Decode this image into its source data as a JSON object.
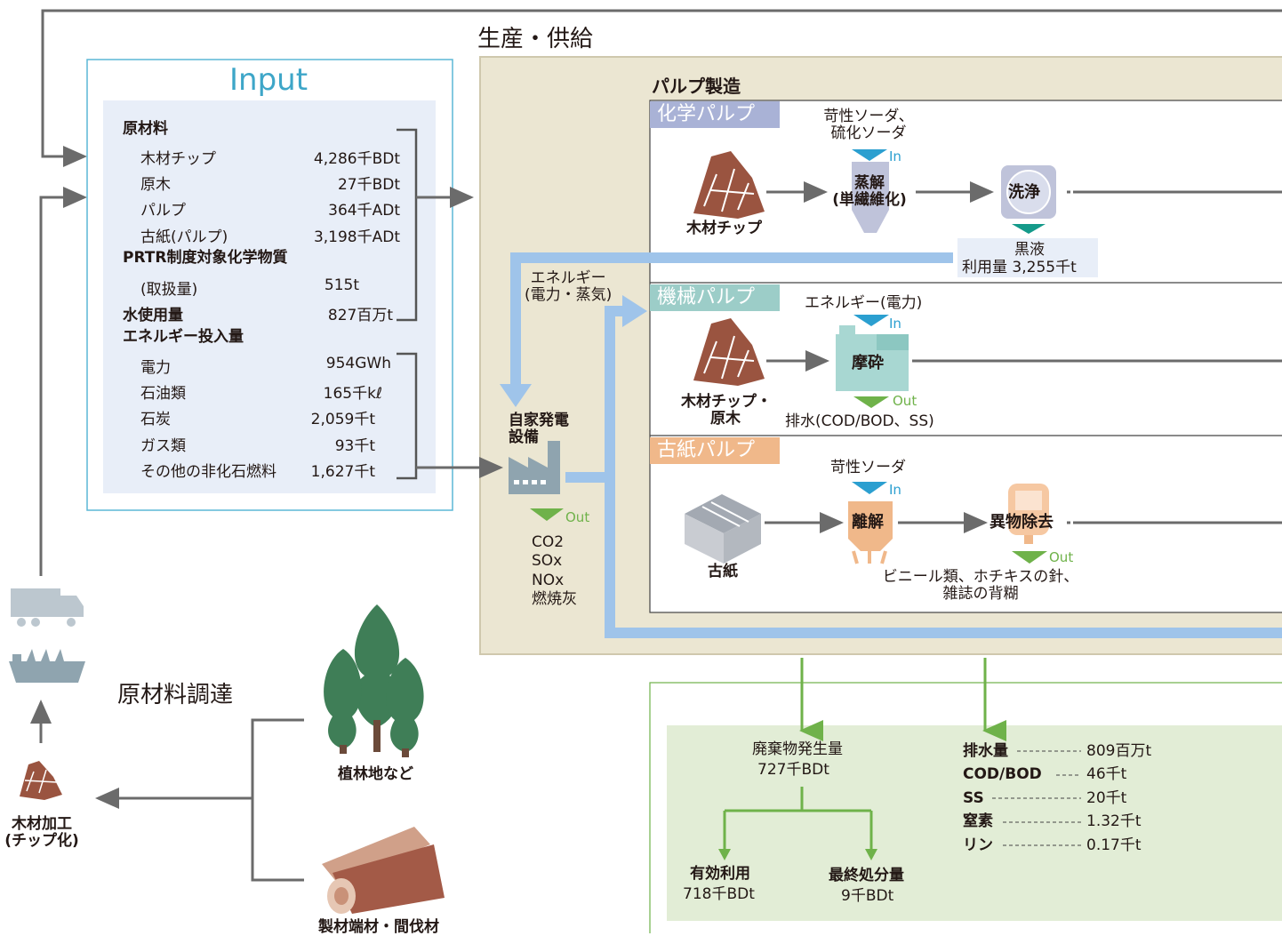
{
  "section_labels": {
    "production": "生産・供給",
    "pulp_making": "パルプ製造",
    "procurement": "原材料調達"
  },
  "input": {
    "title": "Input",
    "raw_materials": {
      "heading": "原材料",
      "rows": [
        {
          "label": "木材チップ",
          "value": "4,286千BDt"
        },
        {
          "label": "原木",
          "value": "27千BDt"
        },
        {
          "label": "パルプ",
          "value": "364千ADt"
        },
        {
          "label": "古紙(パルプ)",
          "value": "3,198千ADt"
        }
      ]
    },
    "prtr": {
      "heading": "PRTR制度対象化学物質",
      "label": "(取扱量)",
      "value": "515t"
    },
    "water": {
      "label": "水使用量",
      "value": "827百万t"
    },
    "energy": {
      "heading": "エネルギー投入量",
      "rows": [
        {
          "label": "電力",
          "value": "954GWh"
        },
        {
          "label": "石油類",
          "value": "165千kℓ"
        },
        {
          "label": "石炭",
          "value": "2,059千t"
        },
        {
          "label": "ガス類",
          "value": "93千t"
        },
        {
          "label": "その他の非化石燃料",
          "value": "1,627千t"
        }
      ]
    }
  },
  "chemical_pulp": {
    "tag": "化学パルプ",
    "chemicals": "苛性ソーダ、\n硫化ソーダ",
    "in_label": "In",
    "raw": "木材チップ",
    "digest": "蒸解\n(単繊維化)",
    "wash": "洗浄",
    "black_liquor": "黒液",
    "black_liquor_use": "利用量 3,255千t"
  },
  "energy_flow": {
    "label": "エネルギー\n(電力・蒸気)"
  },
  "mechanical_pulp": {
    "tag": "機械パルプ",
    "energy": "エネルギー(電力)",
    "in_label": "In",
    "raw": "木材チップ・\n原木",
    "grind": "摩砕",
    "out_label": "Out",
    "effluent": "排水(COD/BOD、SS)"
  },
  "recycled_pulp": {
    "tag": "古紙パルプ",
    "chemicals": "苛性ソーダ",
    "in_label": "In",
    "raw": "古紙",
    "disintegrate": "離解",
    "removal": "異物除去",
    "out_label": "Out",
    "foreign": "ビニール類、ホチキスの針、\n雑誌の背糊"
  },
  "power_plant": {
    "label": "自家発電\n設備",
    "out_label": "Out",
    "emissions": "CO2\nSOx\nNOx\n燃焼灰"
  },
  "output": {
    "waste": {
      "label": "廃棄物発生量",
      "value": "727千BDt"
    },
    "effective_use": {
      "label": "有効利用",
      "value": "718千BDt"
    },
    "final_disposal": {
      "label": "最終処分量",
      "value": "9千BDt"
    },
    "effluent_rows": [
      {
        "label": "排水量",
        "value": "809百万t"
      },
      {
        "label": "COD/BOD",
        "value": "46千t"
      },
      {
        "label": "SS",
        "value": "20千t"
      },
      {
        "label": "窒素",
        "value": "1.32千t"
      },
      {
        "label": "リン",
        "value": "0.17千t"
      }
    ]
  },
  "procurement": {
    "plantation": "植林地など",
    "mill_waste": "製材端材・間伐材",
    "wood_processing": "木材加工\n(チップ化)"
  },
  "colors": {
    "input_border": "#5bb7d6",
    "input_fill": "#e8eef8",
    "production_fill": "#ebe6d2",
    "chem_tag": "#a9b2d6",
    "mech_tag": "#9ccdc8",
    "recycled_tag": "#f0b88a",
    "energy_arrow": "#9fc4ea",
    "output_fill": "#e2edd6",
    "output_arrow": "#6fb24a",
    "tree": "#3f7e57",
    "log": "#a35a47"
  }
}
